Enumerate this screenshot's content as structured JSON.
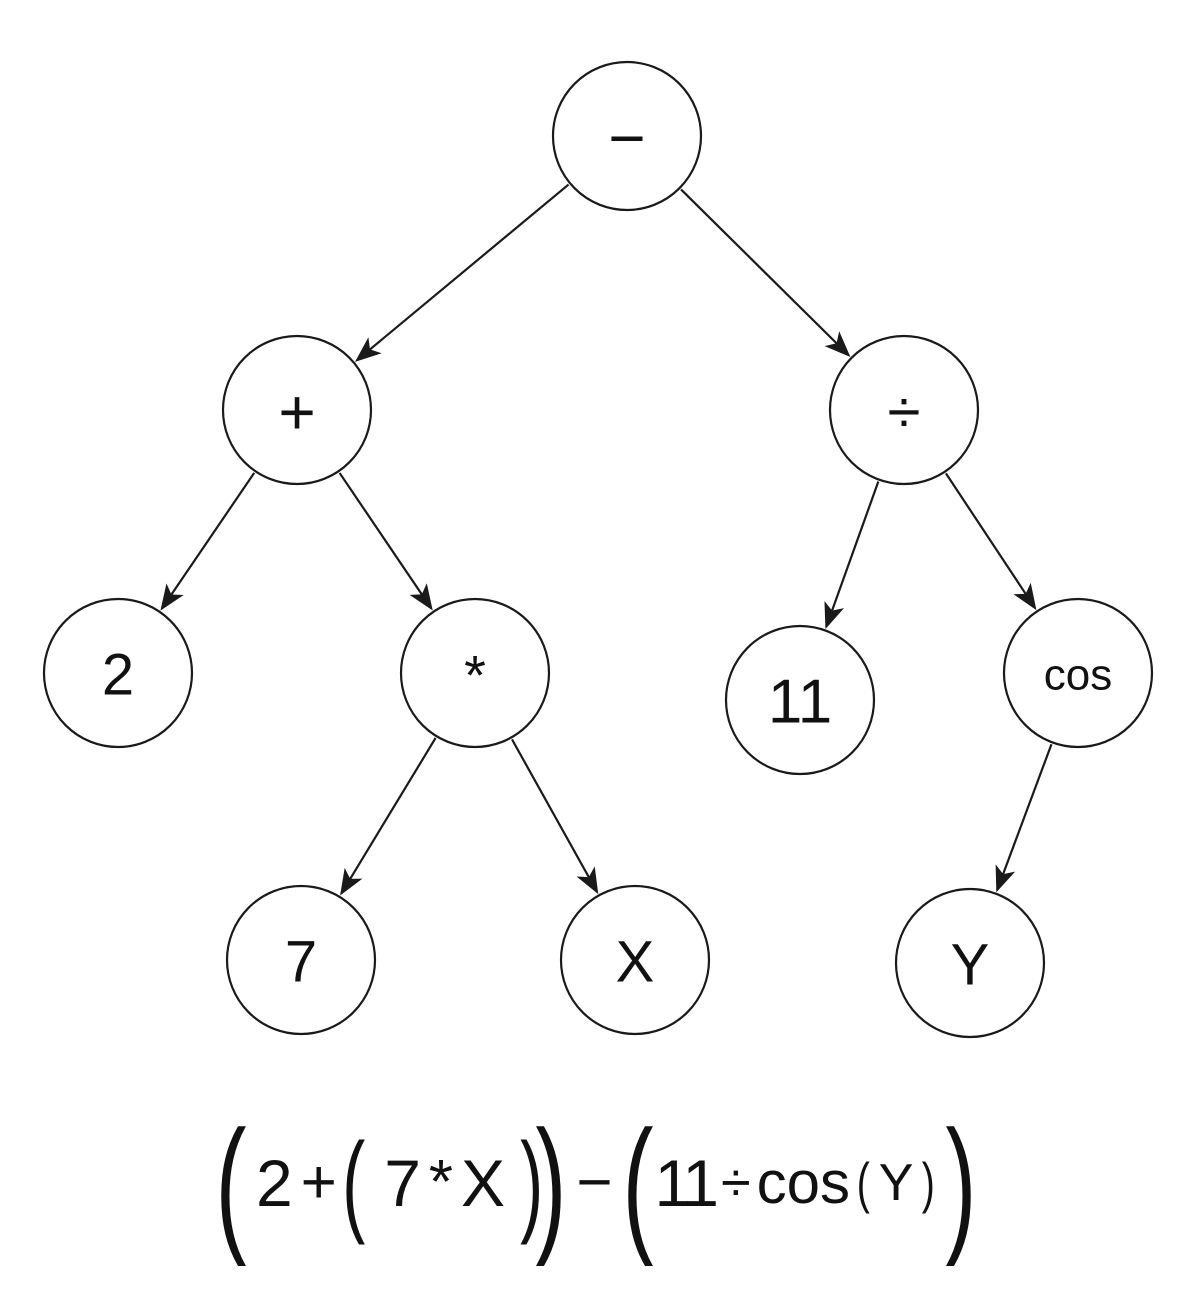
{
  "tree": {
    "nodes": [
      {
        "id": "minus",
        "label": "−",
        "kind": "operator"
      },
      {
        "id": "plus",
        "label": "+",
        "kind": "operator"
      },
      {
        "id": "divide",
        "label": "÷",
        "kind": "operator"
      },
      {
        "id": "two",
        "label": "2",
        "kind": "operand"
      },
      {
        "id": "times",
        "label": "*",
        "kind": "operator"
      },
      {
        "id": "eleven",
        "label": "11",
        "kind": "operand"
      },
      {
        "id": "cos",
        "label": "cos",
        "kind": "function"
      },
      {
        "id": "seven",
        "label": "7",
        "kind": "operand"
      },
      {
        "id": "x",
        "label": "X",
        "kind": "variable"
      },
      {
        "id": "y",
        "label": "Y",
        "kind": "variable"
      }
    ],
    "edges": [
      {
        "from": "minus",
        "to": "plus"
      },
      {
        "from": "minus",
        "to": "divide"
      },
      {
        "from": "plus",
        "to": "two"
      },
      {
        "from": "plus",
        "to": "times"
      },
      {
        "from": "times",
        "to": "seven"
      },
      {
        "from": "times",
        "to": "x"
      },
      {
        "from": "divide",
        "to": "eleven"
      },
      {
        "from": "divide",
        "to": "cos"
      },
      {
        "from": "cos",
        "to": "y"
      }
    ]
  },
  "expression": {
    "open_outer_left": "(",
    "two": "2",
    "plus": "+",
    "open_inner_left": "(",
    "seven": "7",
    "times": "*",
    "x": "X",
    "close_inner_left": ")",
    "close_outer_left": ")",
    "minus": "−",
    "open_outer_right": "(",
    "eleven": "11",
    "divide": "÷",
    "cos": "cos",
    "open_small": "(",
    "y": "Y",
    "close_small": ")",
    "close_outer_right": ")"
  }
}
